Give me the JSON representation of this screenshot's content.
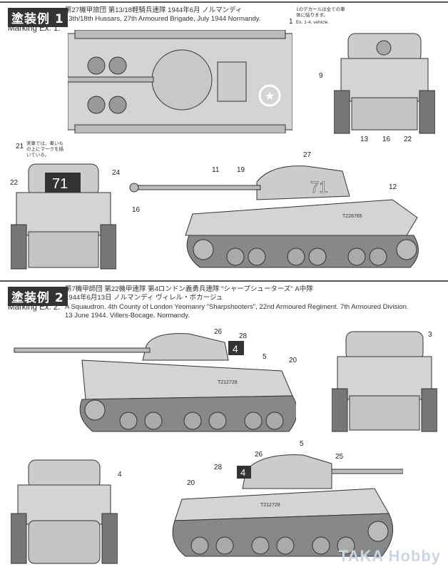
{
  "ex1": {
    "badge": "塗装例 1",
    "label": "Marking Ex. 1.",
    "jp": "第27機甲旅団 第13/18軽騎兵連隊 1944年6月 ノルマンディ",
    "en": "13th/18th Hussars, 27th Armoured Brigade, July 1944 Normandy.",
    "note_jp": "1のデカールは全ての車体に貼ります。",
    "note_en": "Ex. 1-4. vehicle.",
    "note21": "実車では、車いもの上にマークを描いている。",
    "turret_number": "71",
    "serial": "T228765",
    "callouts": [
      "1",
      "9",
      "13",
      "16",
      "22",
      "21",
      "24",
      "22",
      "16",
      "11",
      "19",
      "27",
      "12"
    ]
  },
  "ex2": {
    "badge": "塗装例 2",
    "label": "Marking Ex. 2.",
    "jp1": "第7機甲師団 第22機甲連隊 第4ロンドン義勇兵連隊 \"シャープシューターズ\" A中隊",
    "jp2": "1944年6月13日 ノルマンディ ヴィレル・ボカージュ",
    "en1": "A Squaudron. 4th County of London Yeomanry \"Sharpshooters\", 22nd Armoured Regiment. 7th Armoured Division.",
    "en2": "13 June 1944. Villers-Bocage. Normandy.",
    "turret_number": "4",
    "serial": "T212728",
    "callouts": [
      "26",
      "28",
      "5",
      "20",
      "3",
      "4",
      "5",
      "26",
      "25",
      "28",
      "20"
    ]
  },
  "watermark": "TAKA Hobby"
}
